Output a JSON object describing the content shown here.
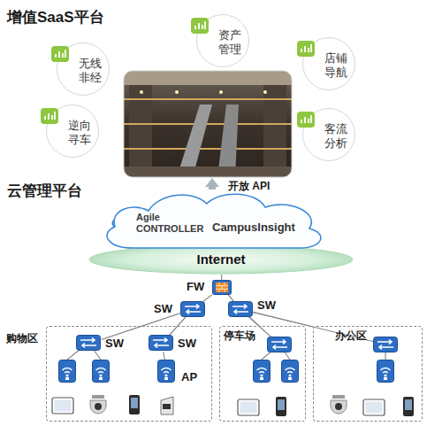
{
  "diagram": {
    "nodes": [
      {
        "text": [
          "资产 管理"
        ]
      },
      {
        "text": [
          "无线 非经"
        ]
      },
      {
        "text": [
          "店铺 导航"
        ]
      },
      {
        "text": [
          "逆向 寻车"
        ]
      },
      {
        "text": [
          "客流 分析"
        ]
      },
      {
        "text": [
          "Agile CONTROLLER",
          "CampusInsight"
        ]
      },
      {
        "text": [
          "Internet"
        ]
      },
      {
        "text": [
          "FW"
        ]
      },
      {
        "text": [
          "SW"
        ]
      },
      {
        "text": [
          "SW"
        ]
      },
      {
        "text": [
          "购物区"
        ]
      },
      {
        "text": [
          "SW"
        ],
        "in": 10
      },
      {
        "text": [
          "SW"
        ],
        "in": 10
      },
      {
        "text": [
          "AP"
        ],
        "in": 10
      },
      {
        "text": [
          "停车场"
        ]
      },
      {
        "text": [
          "办公区"
        ]
      }
    ],
    "edges": [
      {
        "from": 6,
        "to": 7,
        "arrow": "none"
      },
      {
        "from": 7,
        "to": 8,
        "arrow": "none"
      },
      {
        "from": 7,
        "to": 9,
        "arrow": "none"
      },
      {
        "from": 8,
        "to": 11,
        "arrow": "none"
      },
      {
        "from": 8,
        "to": 12,
        "arrow": "none"
      },
      {
        "from": 9,
        "to": 14,
        "arrow": "none"
      },
      {
        "from": 9,
        "to": 15,
        "arrow": "none"
      },
      {
        "from": 12,
        "to": 13,
        "arrow": "none"
      }
    ],
    "labels": [
      "增值SaaS平台",
      "云管理平台",
      "开放 API"
    ]
  }
}
